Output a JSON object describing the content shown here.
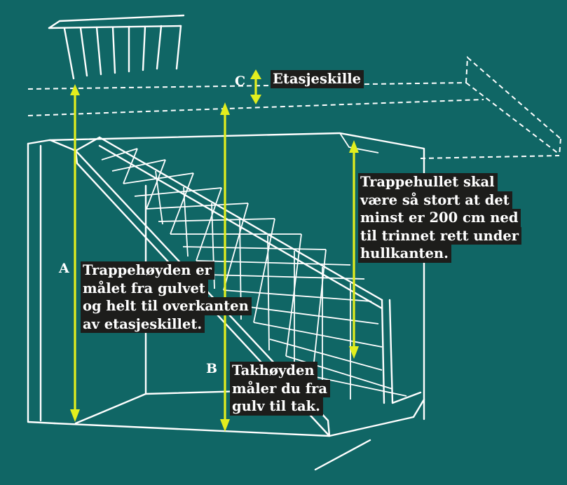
{
  "figure": {
    "background": "#106665",
    "line_color": "#ffffff",
    "arrow_color": "#e2ee1e",
    "label_bg": "#1d1d1b"
  },
  "letters": {
    "a": "A",
    "b": "B",
    "c": "C"
  },
  "labels": {
    "floor_divider": [
      "Etasjeskille"
    ],
    "stair_height": [
      "Trappehøyden er",
      "målet fra gulvet",
      "og helt til overkanten",
      "av etasjeskillet."
    ],
    "ceiling_height": [
      "Takhøyden",
      "måler du fra",
      "gulv til tak."
    ],
    "stair_opening": [
      "Trappehullet skal",
      "være så stort at det",
      "minst er 200 cm ned",
      "til trinnet rett under",
      "hullkanten."
    ]
  }
}
